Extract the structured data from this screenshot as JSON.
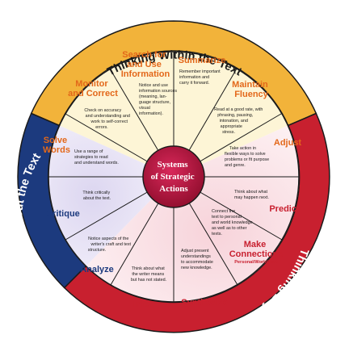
{
  "colors": {
    "yellow_ring": "#f2b33a",
    "blue_ring": "#1c3a7e",
    "red_ring": "#c8202f",
    "hub": "#b4123a",
    "title_orange": "#e3681a",
    "title_blue": "#1c3a7e",
    "title_red": "#c8202f",
    "outline": "#1a1a1a"
  },
  "rings": {
    "within": "Thinking Within the Text",
    "about": "Thinking About the Text",
    "beyond": "Thinking Beyond the Text"
  },
  "hub": {
    "line1": "Systems",
    "line2": "of Strategic",
    "line3": "Actions"
  },
  "segments": [
    {
      "title": [
        "Search for",
        "and Use",
        "Information"
      ],
      "desc": [
        "Notice and use",
        "information sources",
        "(meaning, lan-",
        "guage structure,",
        "visual",
        "information)."
      ]
    },
    {
      "title": [
        "Summarize"
      ],
      "desc": [
        "Remember important",
        "information and",
        "carry it forward."
      ]
    },
    {
      "title": [
        "Maintain",
        "Fluency"
      ],
      "desc": [
        "Read at a good rate, with",
        "phrasing, pausing,",
        "intonation, and",
        "appropriate",
        "stress."
      ]
    },
    {
      "title": [
        "Adjust"
      ],
      "desc": [
        "Take action in",
        "flexible ways to solve",
        "problems or fit purpose",
        "and genre."
      ]
    },
    {
      "title": [
        "Predict"
      ],
      "desc": [
        "Think about what",
        "may happen next."
      ]
    },
    {
      "title": [
        "Make",
        "Connections"
      ],
      "sub": "Personal/World/Text",
      "desc": [
        "Connect the",
        "text to personal",
        "and world knowledge",
        "as well as to other",
        "texts."
      ]
    },
    {
      "title": [
        "Synthesize"
      ],
      "desc": [
        "Adjust present",
        "understandings",
        "to accommodate",
        "new knowledge."
      ]
    },
    {
      "title": [
        "Infer"
      ],
      "desc": [
        "Think about what",
        "the writer means",
        "but has not stated."
      ]
    },
    {
      "title": [
        "Analyze"
      ],
      "desc": [
        "Notice aspects of the",
        "writer's craft and text",
        "structure."
      ]
    },
    {
      "title": [
        "Critique"
      ],
      "desc": [
        "Think critically",
        "about the text."
      ]
    },
    {
      "title": [
        "Solve",
        "Words"
      ],
      "desc": [
        "Use a range of",
        "strategies to read",
        "and understand words."
      ]
    },
    {
      "title": [
        "Monitor",
        "and Correct"
      ],
      "desc": [
        "Check on accuracy",
        "and understanding and",
        "work to self-correct",
        "errors."
      ]
    }
  ]
}
